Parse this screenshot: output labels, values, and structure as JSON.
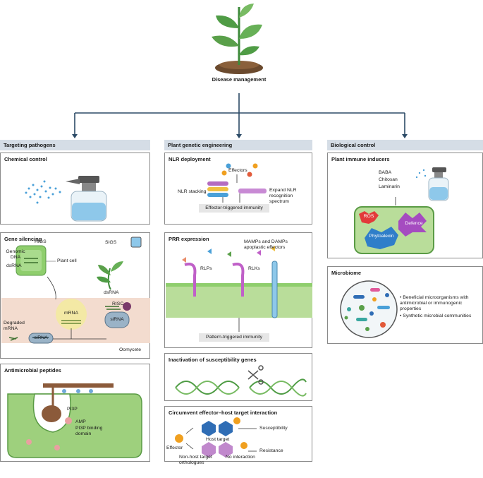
{
  "top": {
    "title": "Disease management"
  },
  "columns": [
    {
      "header": "Targeting pathogens"
    },
    {
      "header": "Plant genetic engineering"
    },
    {
      "header": "Biological control"
    }
  ],
  "chemical": {
    "title": "Chemical control"
  },
  "gene_silencing": {
    "title": "Gene silencing",
    "higs": "HIGS",
    "genomic_dna": "Genomic DNA",
    "dsrna": "dsRNA",
    "plant_cell": "Plant cell",
    "sigs": "SIGS",
    "dsrna2": "dsRNA",
    "risc": "RISC",
    "mrna": "mRNA",
    "sirna": "siRNA",
    "sirna2": "siRNA",
    "degraded": "Degraded mRNA",
    "oomycete": "Oomycete"
  },
  "amp": {
    "title": "Antimicrobial peptides",
    "pi3p": "PI3P",
    "amp": "AMP",
    "pi3p_binding": "PI3P binding domain"
  },
  "nlr": {
    "title": "NLR deployment",
    "effectors": "Effectors",
    "stacking": "NLR stacking",
    "expand": "Expand NLR recognition spectrum",
    "eti": "Effector-triggered immunity"
  },
  "prr": {
    "title": "PRR expression",
    "mamps": "MAMPs and DAMPs apoplastic effectors",
    "rlps": "RLPs",
    "rlks": "RLKs",
    "pti": "Pattern-triggered immunity"
  },
  "inactivation": {
    "title": "Inactivation of susceptibility genes"
  },
  "circumvent": {
    "title": "Circumvent effector–host target interaction",
    "host_target": "Host target",
    "susceptibility": "Susceptibility",
    "effector": "Effector",
    "resistance": "Resistance",
    "non_host": "Non-host target orthologues",
    "no_interaction": "No interaction"
  },
  "inducers": {
    "title": "Plant immune inducers",
    "items": [
      "BABA",
      "Chitosan",
      "Laminarin"
    ],
    "ros": "ROS",
    "defence": "Defence",
    "phytoalexin": "Phytoalexin"
  },
  "microbiome": {
    "title": "Microbiome",
    "bullets": [
      "Beneficial microorganisms with antimicrobial or immunogenic properties",
      "Synthetic microbial communities"
    ]
  },
  "colors": {
    "header_bg": "#d5dde6",
    "leaf": "#5aa04a",
    "cell": "#8fce6d",
    "purple": "#b46bc0",
    "blue": "#2f6db5"
  }
}
